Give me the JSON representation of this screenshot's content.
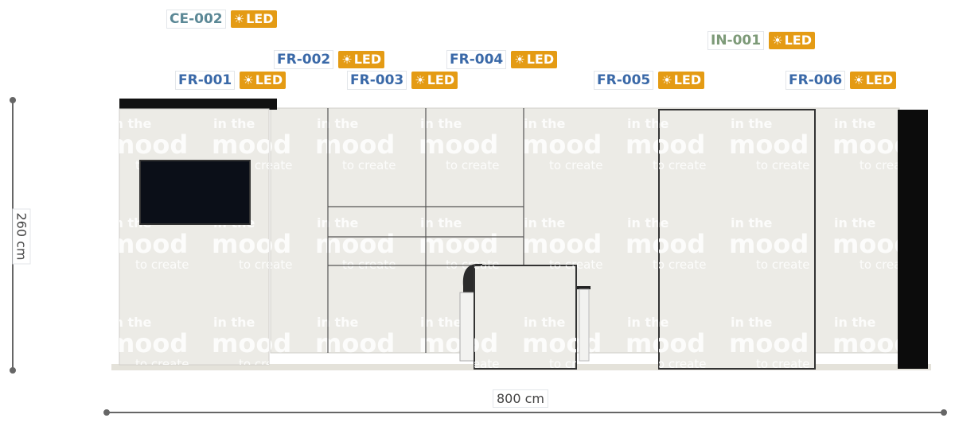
{
  "tags": [
    {
      "code": "CE-002",
      "kind": "ce",
      "led": "LED"
    },
    {
      "code": "IN-001",
      "kind": "in",
      "led": "LED"
    },
    {
      "code": "FR-002",
      "kind": "fr",
      "led": "LED"
    },
    {
      "code": "FR-004",
      "kind": "fr",
      "led": "LED"
    },
    {
      "code": "FR-001",
      "kind": "fr",
      "led": "LED"
    },
    {
      "code": "FR-003",
      "kind": "fr",
      "led": "LED"
    },
    {
      "code": "FR-005",
      "kind": "fr",
      "led": "LED"
    },
    {
      "code": "FR-006",
      "kind": "fr",
      "led": "LED"
    }
  ],
  "led_icon": "sun-icon",
  "dimensions": {
    "height": "260 cm",
    "width": "800 cm"
  },
  "branding": {
    "line1": "in the",
    "line2": "mood",
    "line3": "to create"
  },
  "colors": {
    "led_badge": "#e49b14",
    "fr_code": "#3a69a8",
    "ce_code": "#5b8896",
    "in_code": "#7d9a78",
    "panel": "#ecebe6",
    "dark": "#0b0f18"
  }
}
